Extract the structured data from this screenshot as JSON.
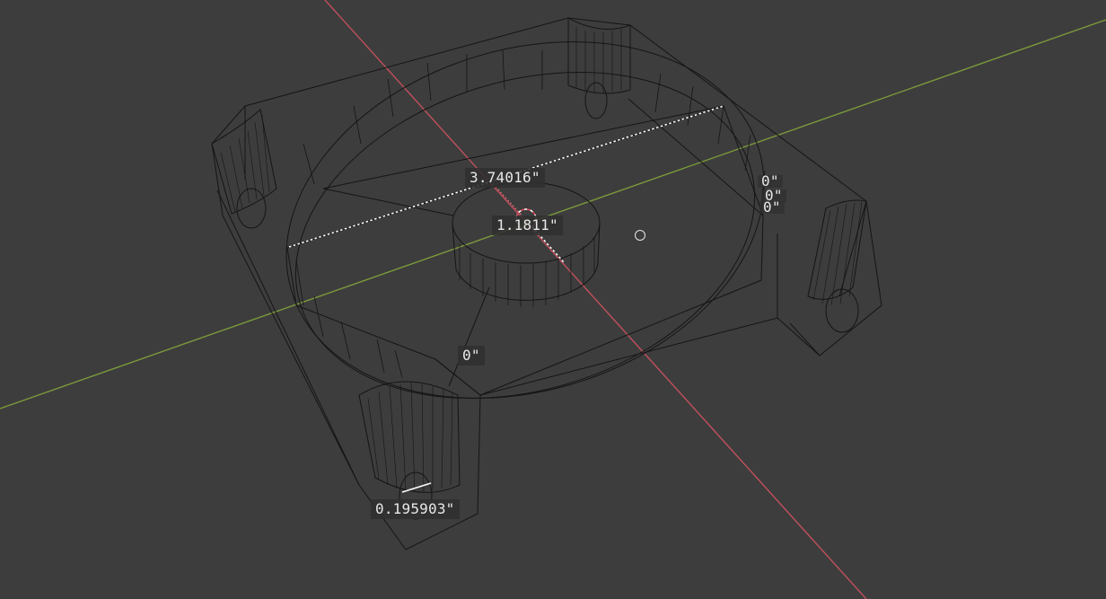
{
  "viewport": {
    "background": "#3d3d3d",
    "wire_color": "#111111",
    "x_axis_color": "#c0505c",
    "y_axis_color": "#7a9a3a",
    "measure_line_color": "#ffffff",
    "measure_alt_color": "#e56b7a"
  },
  "measurements": {
    "outer_diameter": "3.74016\"",
    "center_boss": "1.1811\"",
    "hole_diameter": "0.195903\"",
    "zero_right_1": "0\"",
    "zero_right_2": "0\"",
    "zero_right_3": "0\"",
    "zero_center": "0\""
  },
  "icons": {
    "cursor": "3d-cursor-icon",
    "origin": "origin-ring-icon"
  }
}
